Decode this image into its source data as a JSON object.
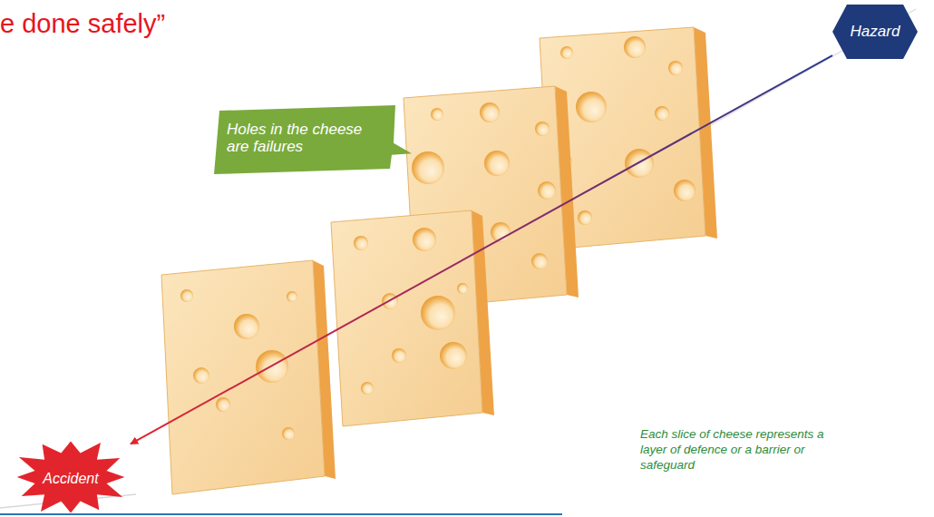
{
  "diagram": {
    "title": "e done safely”",
    "nodes": [
      {
        "text": [
          "Hazard"
        ]
      },
      {
        "text": [
          "Holes in the cheese are failures"
        ]
      },
      {
        "text": [
          "Accident"
        ]
      }
    ],
    "edges": [
      {
        "from": 0,
        "to": 2,
        "arrow": "to"
      }
    ],
    "labels": [
      "Each slice of cheese represents a layer of defence or a barrier or safeguard"
    ]
  }
}
